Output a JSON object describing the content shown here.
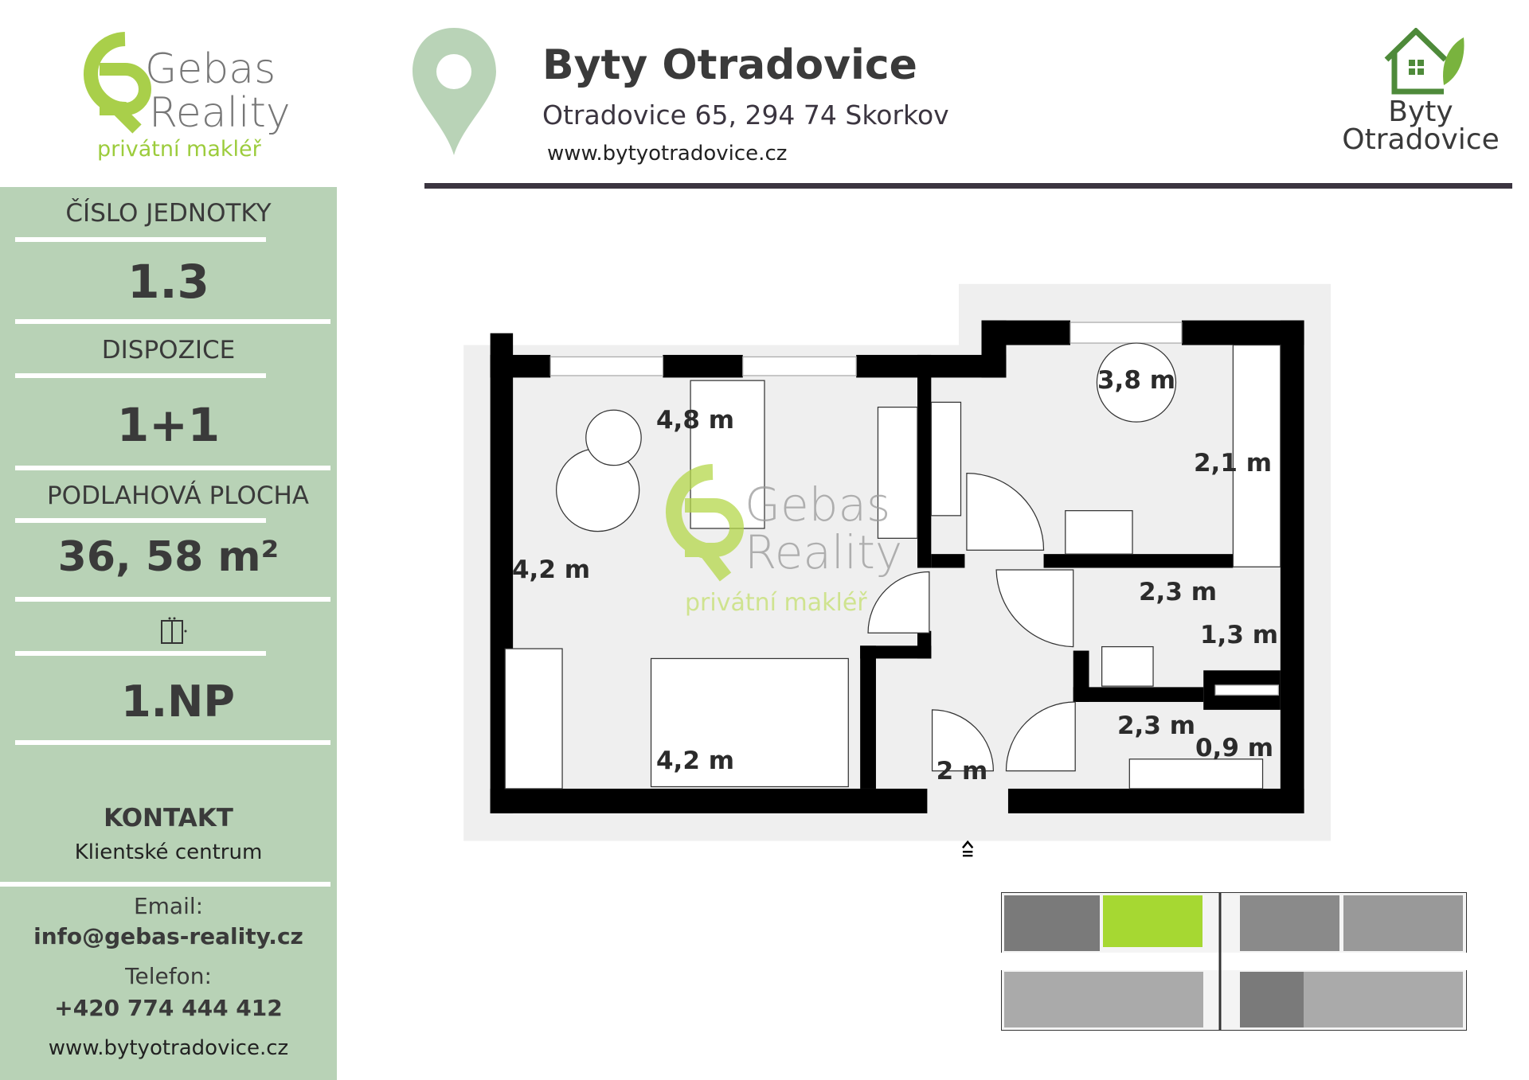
{
  "brand": {
    "logo_line1": "Gebas",
    "logo_line2": "Reality",
    "tagline": "privátní makléř"
  },
  "header": {
    "title": "Byty Otradovice",
    "address": "Otradovice 65, 294 74 Skorkov",
    "url": "www.bytyotradovice.cz"
  },
  "project_logo": {
    "line1": "Byty",
    "line2": "Otradovice"
  },
  "sidebar": {
    "unit_label": "ČÍSLO JEDNOTKY",
    "unit_value": "1.3",
    "layout_label": "DISPOZICE",
    "layout_value": "1+1",
    "area_label": "PODLAHOVÁ PLOCHA",
    "area_value": "36, 58 m²",
    "floor_icon": "elevator-icon",
    "floor_value": "1.NP",
    "contact_title": "KONTAKT",
    "contact_sub": "Klientské centrum",
    "email_label": "Email:",
    "email": "info@gebas-reality.cz",
    "phone_label": "Telefon:",
    "phone": "+420 774 444 412",
    "web": "www.bytyotradovice.cz"
  },
  "plan": {
    "dimensions": [
      "4,8 m",
      "3,8 m",
      "2,1 m",
      "4,2 m",
      "2,3 m",
      "1,3 m",
      "2,3 m",
      "0,9 m",
      "4,2 m",
      "2 m"
    ],
    "watermark_line1": "Gebas",
    "watermark_line2": "Reality",
    "watermark_tagline": "privátní makléř"
  },
  "colors": {
    "sidebar": "#b8d2b6",
    "accent_green": "#9ccc3c",
    "dark": "#3b3540"
  }
}
